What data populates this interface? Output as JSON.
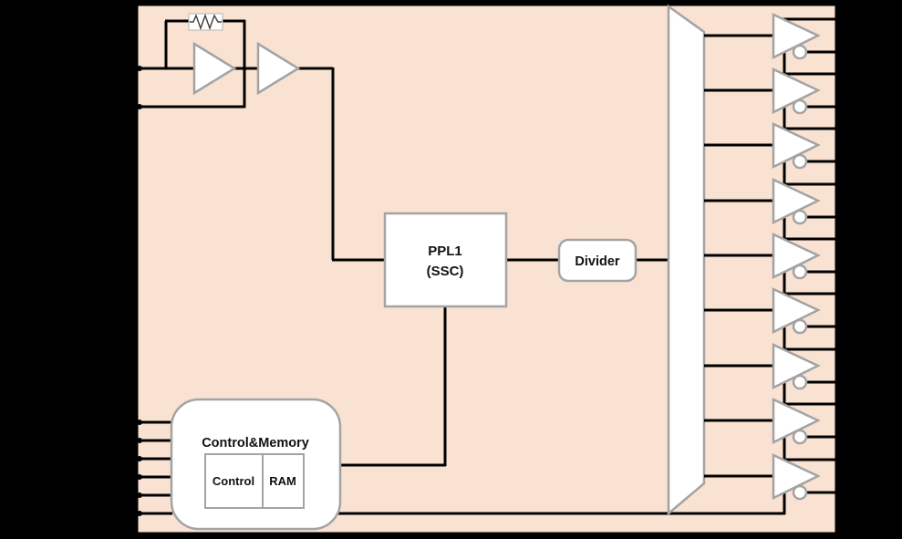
{
  "diagram_type": "clock-generator-block-diagram",
  "colors": {
    "background": "#000000",
    "chip_fill": "#fae2d3",
    "wire": "#000000",
    "block_border": "#a3a3a3",
    "block_fill": "#ffffff"
  },
  "blocks": {
    "pll": {
      "line1": "PPL1",
      "line2": "(SSC)"
    },
    "divider": {
      "label": "Divider"
    },
    "control_memory": {
      "title": "Control&Memory",
      "control_label": "Control",
      "ram_label": "RAM"
    }
  },
  "crystal_oscillator": {
    "input_pin_count": 2,
    "amplifier_count": 2,
    "has_feedback_resistor": true
  },
  "output_stage": {
    "buffer_count": 9,
    "pins_per_buffer": 2,
    "total_output_pins": 18,
    "buffers_inverting_bubble": true
  },
  "control_inputs": {
    "pin_count": 6
  }
}
